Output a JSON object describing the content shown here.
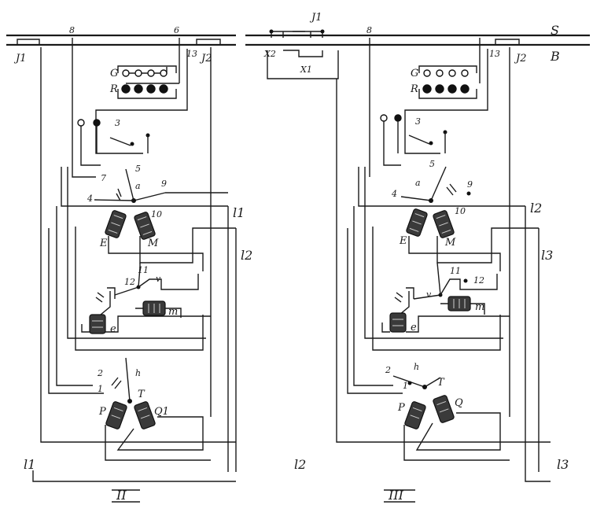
{
  "bus_labels": {
    "top": "S",
    "bottom": "B"
  },
  "panel_ii": {
    "roman": "II",
    "line_right_1": "l1",
    "line_right_2": "l2",
    "line_bottom": "l1",
    "top_left_contact": "J1",
    "top_right_contact": "J2",
    "lamp_green": "G",
    "lamp_red": "R",
    "terminals": [
      "8",
      "6",
      "13",
      "3",
      "5",
      "7",
      "4",
      "a",
      "9",
      "10",
      "12",
      "11",
      "v",
      "2",
      "h",
      "1",
      "T"
    ],
    "coils": [
      "E",
      "M",
      "m",
      "e",
      "P",
      "Q1"
    ]
  },
  "panel_iii": {
    "roman": "III",
    "line_right_1": "l2",
    "line_right_2": "l3",
    "line_bottom_left": "l2",
    "line_bottom_right": "l3",
    "top_left_contact": "J1",
    "top_right_contact": "J2",
    "sub_x1": "X1",
    "sub_x2": "X2",
    "lamp_green": "G",
    "lamp_red": "R",
    "terminals": [
      "8",
      "13",
      "3",
      "5",
      "4",
      "a",
      "9",
      "10",
      "11",
      "12",
      "v",
      "2",
      "h",
      "1",
      "T"
    ],
    "coils": [
      "E",
      "M",
      "m",
      "e",
      "P",
      "Q"
    ]
  }
}
